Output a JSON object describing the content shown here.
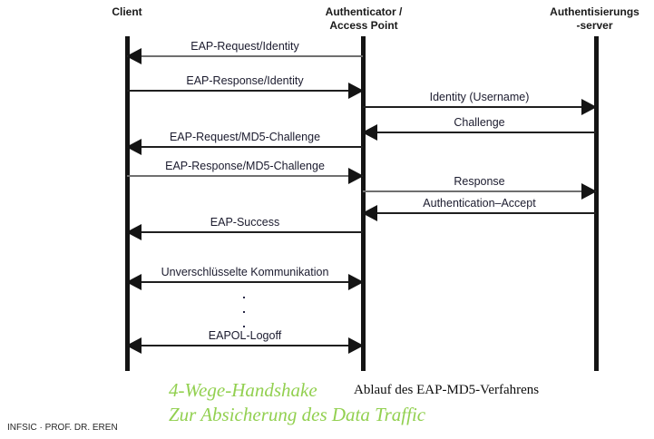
{
  "diagram": {
    "type": "sequence-diagram",
    "title": "Ablauf des EAP-MD5-Verfahrens",
    "lifelines": [
      {
        "id": "client",
        "label_line1": "Client",
        "label_line2": ""
      },
      {
        "id": "authenticator",
        "label_line1": "Authenticator /",
        "label_line2": "Access Point"
      },
      {
        "id": "auth_server",
        "label_line1": "Authentisierungs",
        "label_line2": "-server"
      }
    ],
    "messages": [
      {
        "label": "EAP-Request/Identity",
        "from": "authenticator",
        "to": "client",
        "direction": "left",
        "style": "gray"
      },
      {
        "label": "EAP-Response/Identity",
        "from": "client",
        "to": "authenticator",
        "direction": "right",
        "style": "black"
      },
      {
        "label": "Identity (Username)",
        "from": "authenticator",
        "to": "auth_server",
        "direction": "right",
        "style": "black"
      },
      {
        "label": "Challenge",
        "from": "auth_server",
        "to": "authenticator",
        "direction": "left",
        "style": "black"
      },
      {
        "label": "EAP-Request/MD5-Challenge",
        "from": "authenticator",
        "to": "client",
        "direction": "left",
        "style": "black"
      },
      {
        "label": "EAP-Response/MD5-Challenge",
        "from": "client",
        "to": "authenticator",
        "direction": "right",
        "style": "gray"
      },
      {
        "label": "Response",
        "from": "authenticator",
        "to": "auth_server",
        "direction": "right",
        "style": "gray"
      },
      {
        "label": "Authentication–Accept",
        "from": "auth_server",
        "to": "authenticator",
        "direction": "left",
        "style": "black"
      },
      {
        "label": "EAP-Success",
        "from": "authenticator",
        "to": "client",
        "direction": "left",
        "style": "black"
      },
      {
        "label": "Unverschlüsselte Kommunikation",
        "from": "client",
        "to": "authenticator",
        "direction": "both",
        "style": "black"
      },
      {
        "label": "EAPOL-Logoff",
        "from": "client",
        "to": "authenticator",
        "direction": "both",
        "style": "black"
      }
    ],
    "ellipsis": "· · ·"
  },
  "captions": {
    "green_line1": "4-Wege-Handshake",
    "green_line2": "Zur Absicherung des Data Traffic",
    "black_caption": "Ablauf des EAP-MD5-Verfahrens"
  },
  "footer": {
    "text": "INFSIC · PROF. DR. EREN"
  },
  "colors": {
    "accent_green": "#92d050",
    "line_black": "#1f1f1f",
    "line_gray": "#6f6f6f",
    "text": "#1b1b2e"
  }
}
